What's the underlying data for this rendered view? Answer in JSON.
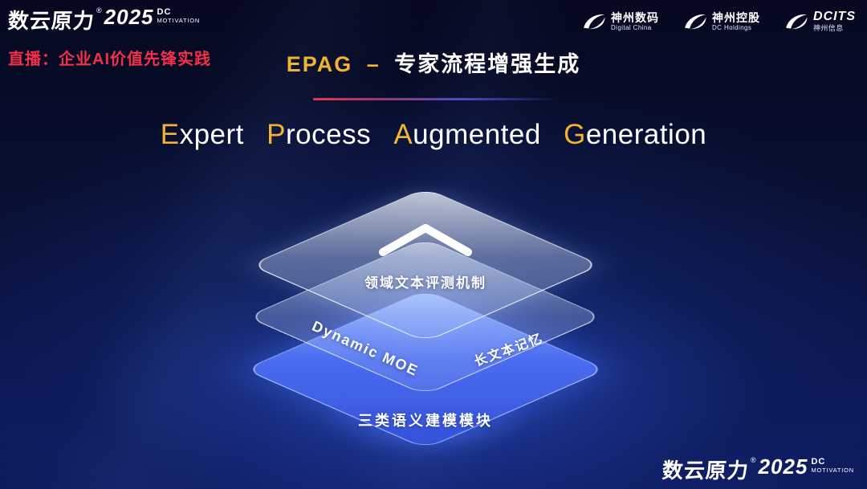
{
  "colors": {
    "background_top": "#05081f",
    "background_glow": "#2d55d2",
    "accent_gold": "#f2b233",
    "accent_red": "#f2304a",
    "layer_blue": "#4a6cf0",
    "divider_gradient": [
      "#e8354e",
      "#4a4ec8"
    ]
  },
  "icons": {
    "chevron": "chevron-up-icon",
    "swoosh": "swoosh-icon"
  },
  "header": {
    "brand": {
      "cn": "数云原力",
      "reg": "®",
      "year": "2025",
      "dc": "DC",
      "motivation": "MOTIVATION"
    },
    "live": "直播：企业AI价值先锋实践",
    "epag_en": "EPAG",
    "epag_dash": "–",
    "epag_cn": "专家流程增强生成",
    "logos": [
      {
        "primary": "神州数码",
        "secondary": "Digital China"
      },
      {
        "primary": "神州控股",
        "secondary": "DC Holdings"
      },
      {
        "primary": "DCITS",
        "secondary": "神州信息"
      }
    ]
  },
  "title": {
    "words": [
      {
        "i": "E",
        "r": "xpert"
      },
      {
        "i": "P",
        "r": "rocess"
      },
      {
        "i": "A",
        "r": "ugmented"
      },
      {
        "i": "G",
        "r": "eneration"
      }
    ]
  },
  "stack": {
    "top_label": "领域文本评测机制",
    "mid_left": "Dynamic MOE",
    "mid_right": "长文本记忆",
    "bottom_label": "三类语义建模模块"
  },
  "footer": {
    "brand": {
      "cn": "数云原力",
      "reg": "®",
      "year": "2025",
      "dc": "DC",
      "motivation": "MOTIVATION"
    }
  }
}
